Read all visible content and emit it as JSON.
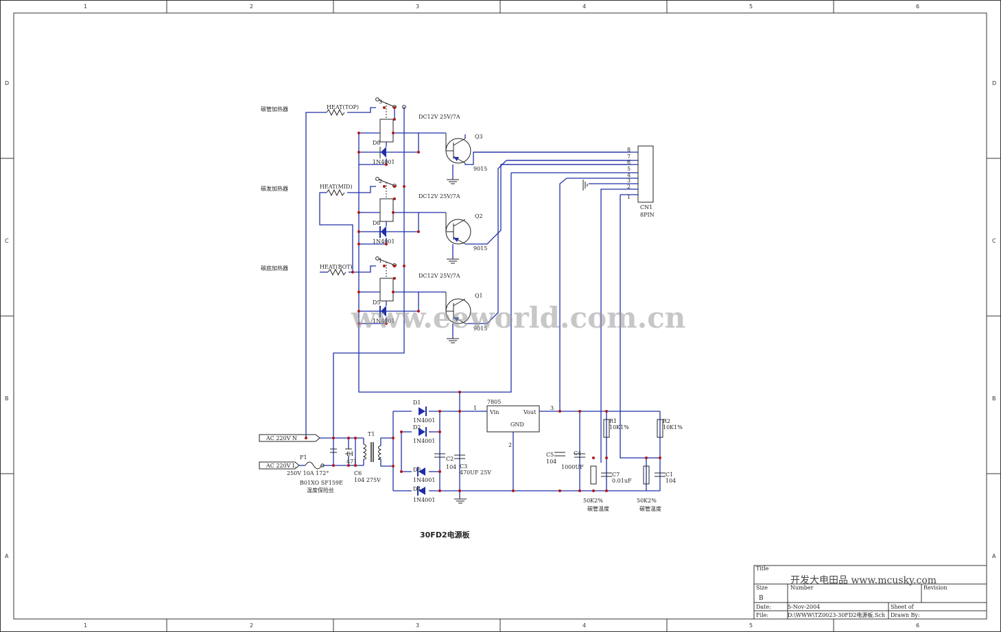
{
  "frame": {
    "cols": [
      "1",
      "2",
      "3",
      "4",
      "5",
      "6"
    ],
    "rows": [
      "D",
      "C",
      "B",
      "A"
    ]
  },
  "labels": {
    "heat_top": "HEAT(TOP)",
    "heat_mid": "HEAT(MID)",
    "heat_bot": "HEAT(BOT)",
    "heat_top_cn": "碳管加热器",
    "heat_mid_cn": "碳发加热器",
    "heat_bot_cn": "碳底加热器",
    "relay_spec": "DC12V 25V/7A",
    "relay_num": [
      "3",
      "2",
      "1"
    ],
    "d_labels": [
      "D8",
      "D8",
      "D5"
    ],
    "d_part": "1N4001",
    "q_labels": [
      "Q3",
      "Q2",
      "Q1"
    ],
    "q_part": "9015",
    "ac_n": "AC 220V N",
    "ac_l": "AC 220V L",
    "fuse_label": "F1",
    "fuse_spec": "250V 10A 172°",
    "fuse_part": "B01XO  SF159E",
    "fuse_note": "温度保险丝",
    "c6": "C6",
    "c6_val": "104 275V",
    "e1": "E1",
    "e1_val": "471",
    "t1": "T1",
    "d1": "D1",
    "d2": "D2",
    "d3": "D3",
    "d4": "D4",
    "diode_part": "1N4001",
    "c2": "C2",
    "c2_val": "104",
    "c3": "C3",
    "c3_val": "470UF 25V",
    "u_label": "7805",
    "vin": "Vin",
    "vout": "Vout",
    "gnd": "GND",
    "pin1": "1",
    "pin3": "3",
    "pin2": "2",
    "c5": "C5",
    "c5_val": "104",
    "c4": "C4",
    "c4_val": "1000UF",
    "c7": "C7",
    "c7_val": "0.01uF",
    "c1": "C1",
    "c1_val": "104",
    "r1": "R1",
    "r1_val": "10K1%",
    "r2": "R2",
    "r2_val": "10K1%",
    "ntc1": "50K2%",
    "ntc1_note": "碳管温度",
    "ntc2": "50K2%",
    "ntc2_note": "碳管温度",
    "cn_label": "CN1",
    "cn_val": "8PIN",
    "cn_pins": [
      "8",
      "7",
      "6",
      "5",
      "4",
      "3",
      "2",
      "1"
    ],
    "board_title": "30FD2电源板",
    "watermark": "www.eeworld.com.cn"
  },
  "titleblock": {
    "title": "Title",
    "company": "开发大电田品 www.mcusky.com",
    "size": "Size",
    "size_val": "B",
    "number": "Number",
    "revision": "Revision",
    "date": "Date:",
    "date_val": "5-Nov-2004",
    "file": "File:",
    "file_val": "D:\\WWW\\TZ0023-30FD2电源板.Sch",
    "sheet": "Sheet   of",
    "drawn": "Drawn By:"
  }
}
